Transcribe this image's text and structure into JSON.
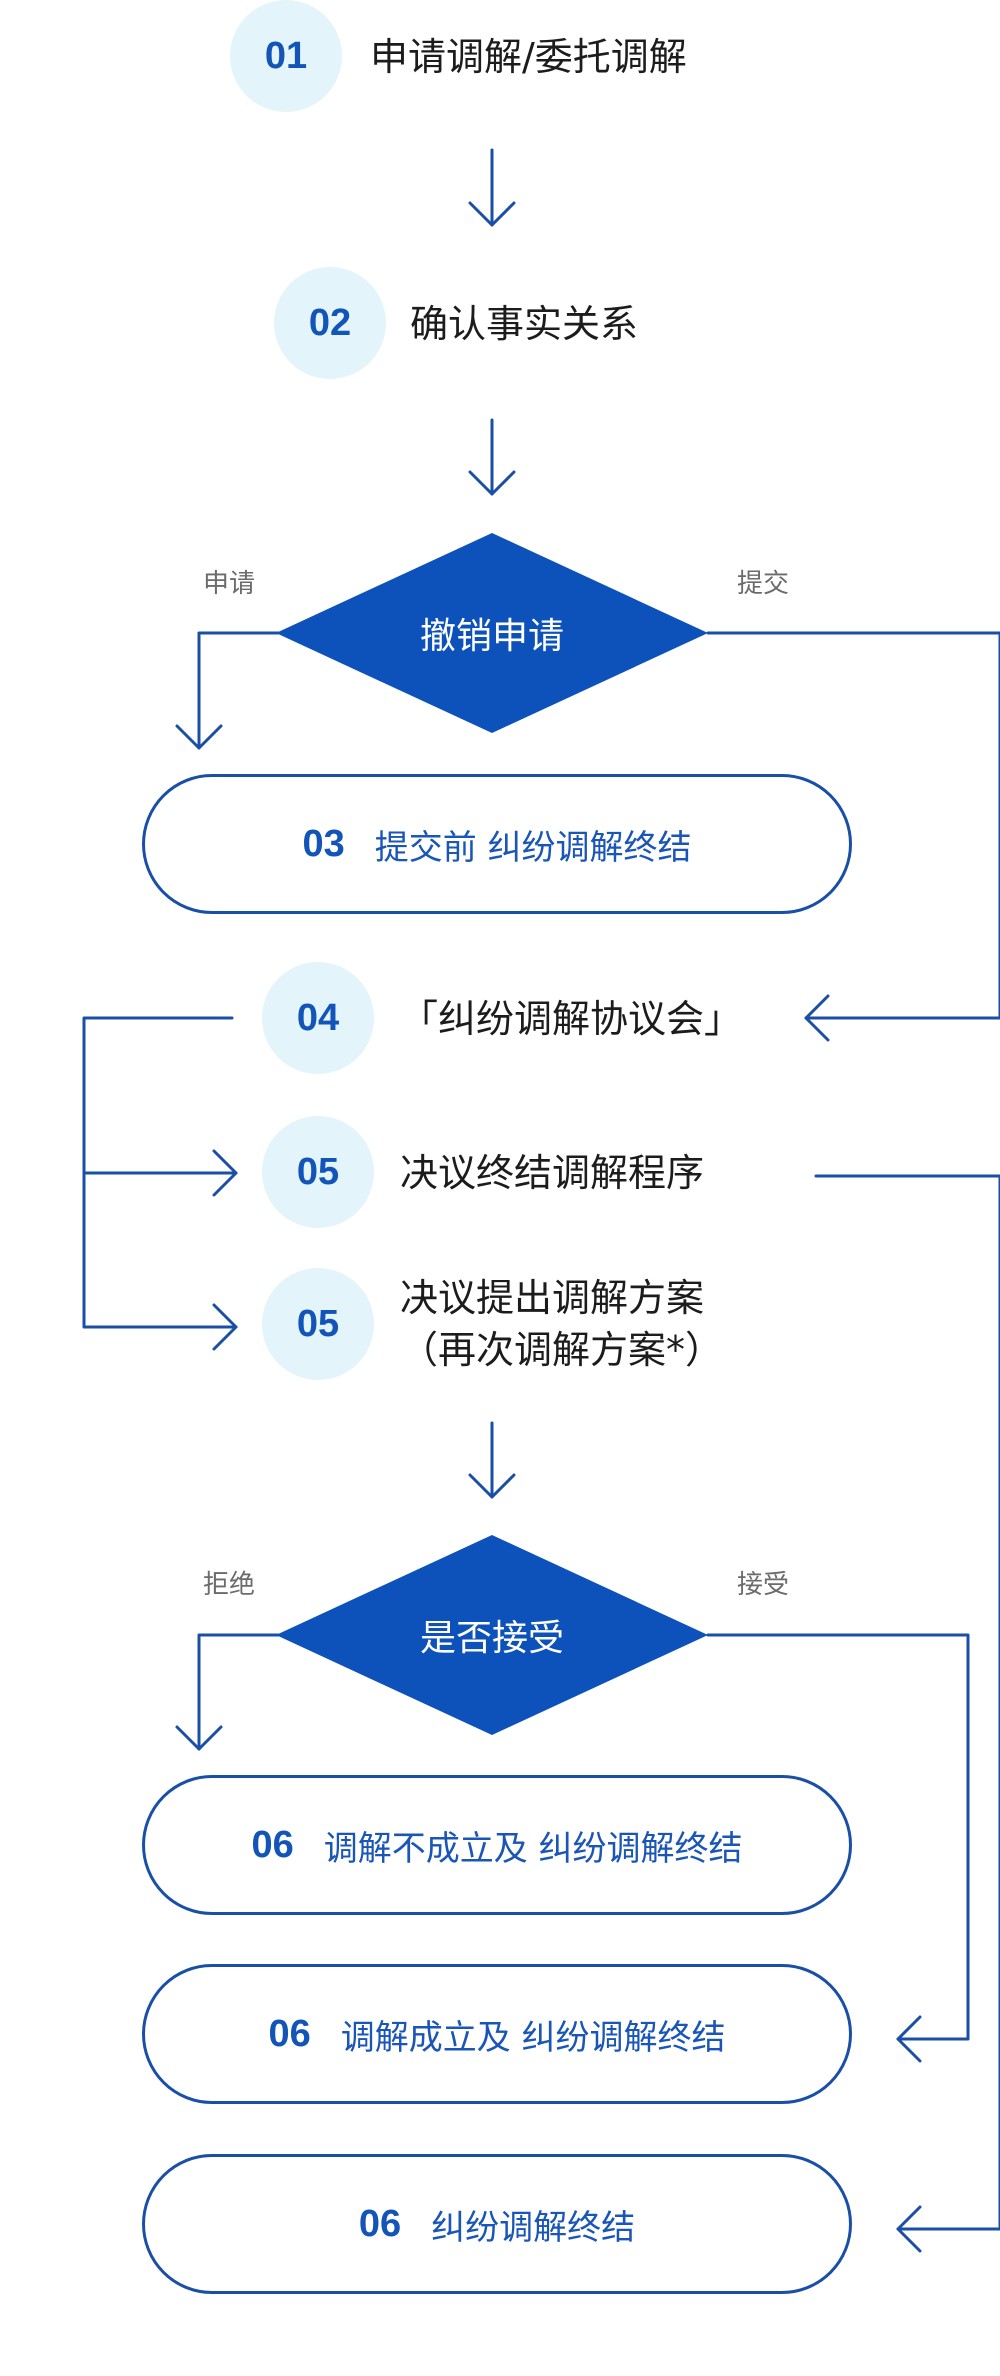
{
  "colors": {
    "primary": "#1254b8",
    "line": "#1a4fa8",
    "circle_bg": "#e3f4fa",
    "diamond": "#0d52bb"
  },
  "steps": [
    {
      "num": "01",
      "label": "申请调解/委托调解"
    },
    {
      "num": "02",
      "label": "确认事实关系"
    },
    {
      "num": "04",
      "label": "「纠纷调解协议会」"
    },
    {
      "num": "05",
      "label": "决议终结调解程序"
    },
    {
      "num": "05",
      "label_line1": "决议提出调解方案",
      "label_line2": "（再次调解方案*）"
    }
  ],
  "decisions": [
    {
      "label": "撤销申请",
      "left_branch": "申请",
      "right_branch": "提交"
    },
    {
      "label": "是否接受",
      "left_branch": "拒绝",
      "right_branch": "接受"
    }
  ],
  "outcomes": [
    {
      "num": "03",
      "label": "提交前 纠纷调解终结"
    },
    {
      "num": "06",
      "label": "调解不成立及 纠纷调解终结"
    },
    {
      "num": "06",
      "label": "调解成立及 纠纷调解终结"
    },
    {
      "num": "06",
      "label": "纠纷调解终结"
    }
  ]
}
